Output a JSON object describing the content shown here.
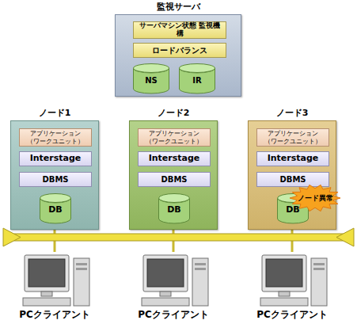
{
  "diagram": {
    "nodes": [
      {
        "text": [
          "監視サーバ"
        ]
      },
      {
        "text": [
          "サーバマシン状態 監視機構"
        ],
        "in": 0
      },
      {
        "text": [
          "ロードバランス"
        ],
        "in": 0
      },
      {
        "text": [
          "NS"
        ],
        "in": 0
      },
      {
        "text": [
          "IR"
        ],
        "in": 0
      },
      {
        "text": [
          "ノード1"
        ]
      },
      {
        "text": [
          "アプリケーション （ワークユニット）"
        ],
        "in": 5
      },
      {
        "text": [
          "Interstage"
        ],
        "in": 5
      },
      {
        "text": [
          "DBMS"
        ],
        "in": 5
      },
      {
        "text": [
          "DB"
        ],
        "in": 5
      },
      {
        "text": [
          "ノード2"
        ]
      },
      {
        "text": [
          "アプリケーション （ワークユニット）"
        ],
        "in": 10
      },
      {
        "text": [
          "Interstage"
        ],
        "in": 10
      },
      {
        "text": [
          "DBMS"
        ],
        "in": 10
      },
      {
        "text": [
          "DB"
        ],
        "in": 10
      },
      {
        "text": [
          "ノード3"
        ]
      },
      {
        "text": [
          "アプリケーション （ワークユニット）"
        ],
        "in": 15
      },
      {
        "text": [
          "Interstage"
        ],
        "in": 15
      },
      {
        "text": [
          "DBMS"
        ],
        "in": 15
      },
      {
        "text": [
          "DB"
        ],
        "in": 15
      },
      {
        "text": [
          "ノード異常"
        ],
        "in": 15
      },
      {
        "text": [
          "PCクライアント"
        ]
      },
      {
        "text": [
          "PCクライアント"
        ]
      },
      {
        "text": [
          "PCクライアント"
        ]
      }
    ]
  }
}
